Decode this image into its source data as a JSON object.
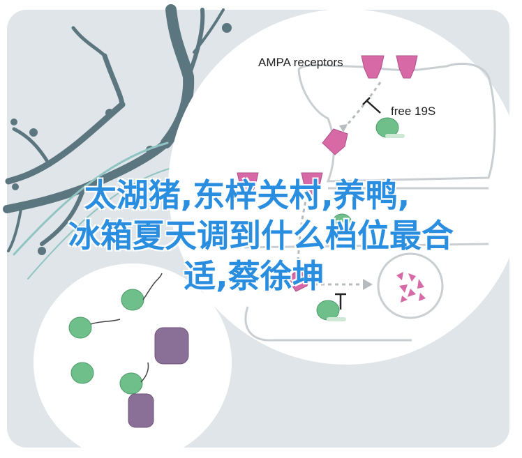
{
  "labels": {
    "ampa": "AMPA receptors",
    "free19s": "free 19S"
  },
  "overlay": {
    "line1": "太湖猪,东梓关村,养鸭,",
    "line2": "冰箱夏天调到什么档位最合",
    "line3": "适,蔡徐坤"
  },
  "colors": {
    "panel": "#dfe5e8",
    "branch": "#5c7680",
    "receptor": "#d76aa6",
    "proteasome": "#8a6f96",
    "green": "#6fbf8a",
    "title": "#2a8ee0"
  }
}
